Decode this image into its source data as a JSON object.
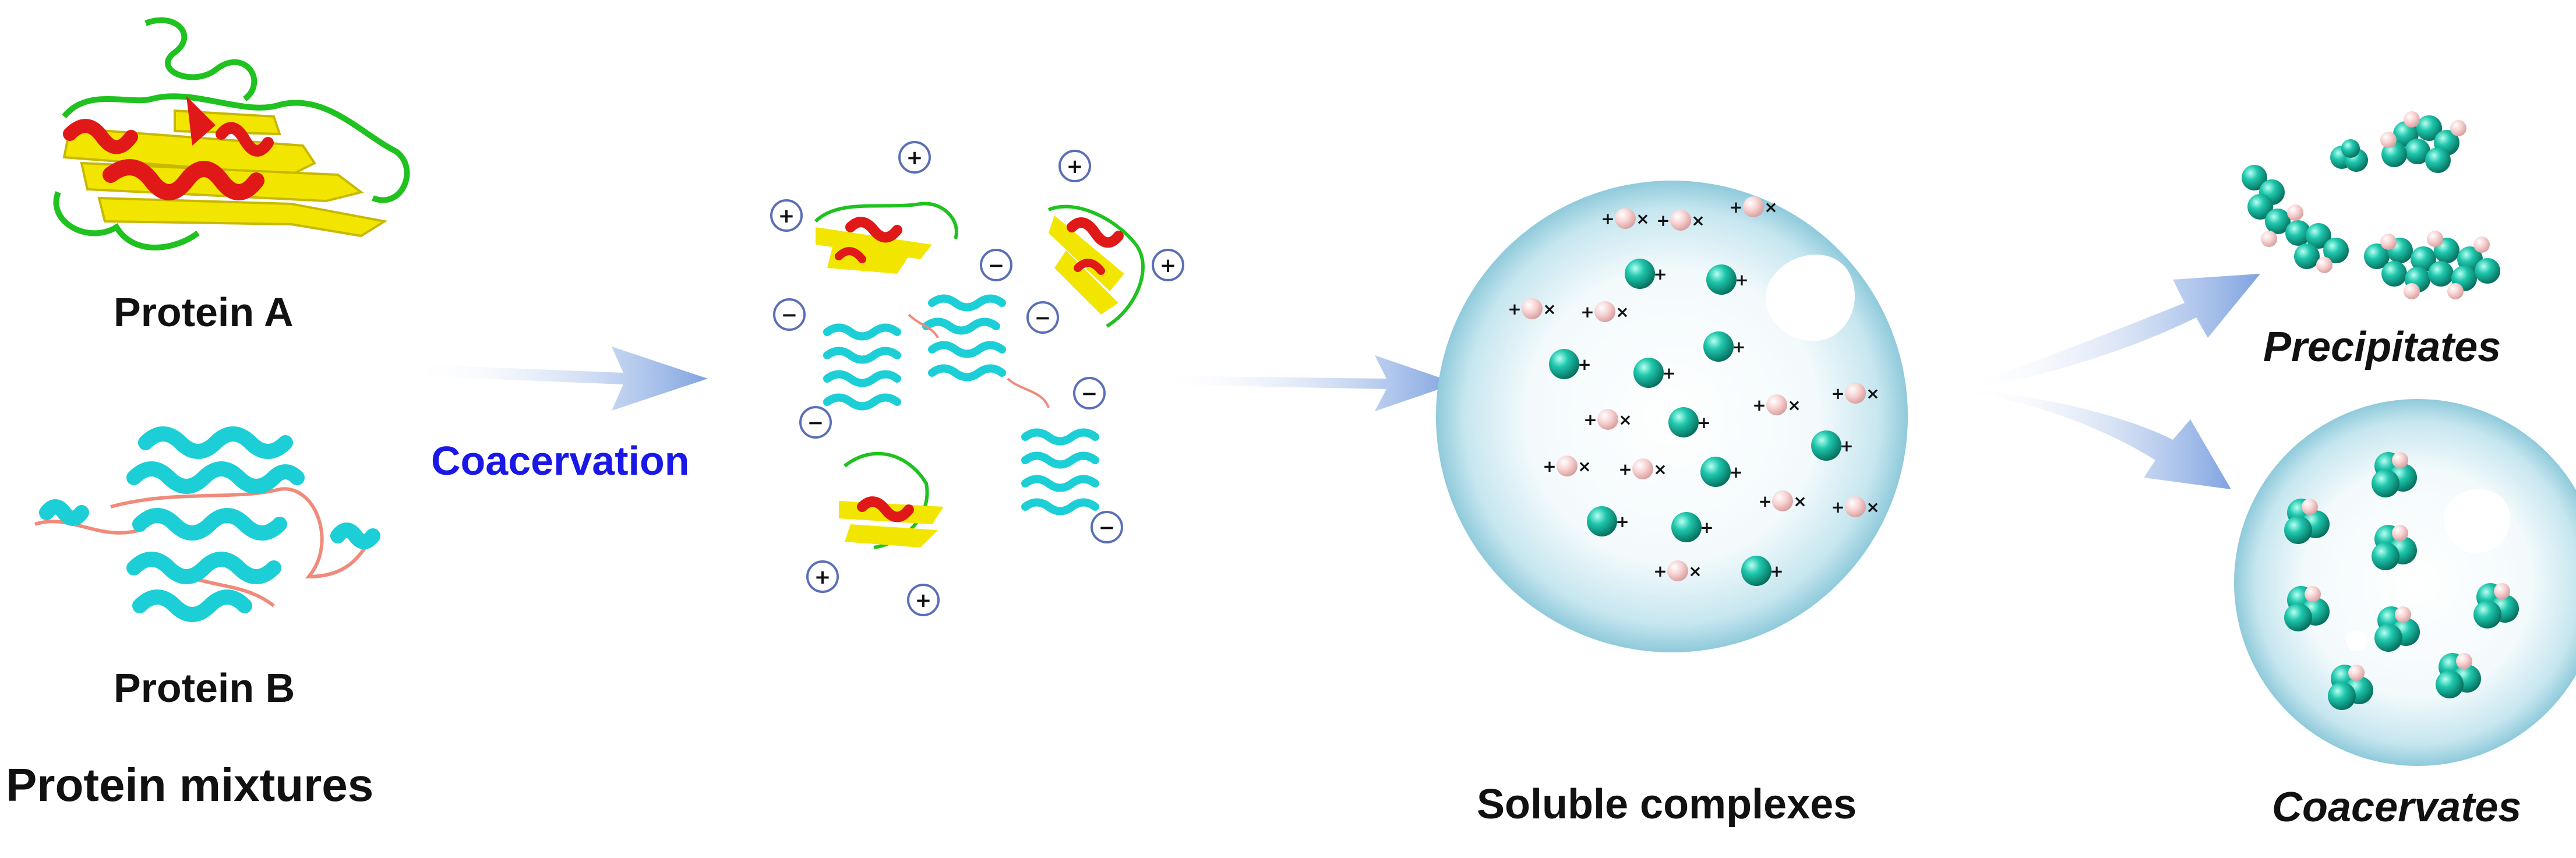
{
  "labels": {
    "protein_a": "Protein A",
    "protein_b": "Protein B",
    "protein_mixtures": "Protein mixtures",
    "coacervation": "Coacervation",
    "soluble_complexes": "Soluble complexes",
    "precipitates": "Precipitates",
    "coacervates": "Coacervates"
  },
  "charge_symbols": {
    "positive": "+",
    "negative": "−"
  },
  "colors": {
    "helix_red": "#e01818",
    "sheet_yellow": "#f2e600",
    "loop_green": "#1fc21f",
    "helix_cyan": "#1ccfd6",
    "loop_pink": "#f08a7a",
    "sphere_teal": "#14b39e",
    "sphere_pink": "#f6c8c8",
    "arrow_blue": "#8fb0e6",
    "droplet_blue": "#a8d6e6",
    "coacervation_text": "#1a18e6"
  }
}
